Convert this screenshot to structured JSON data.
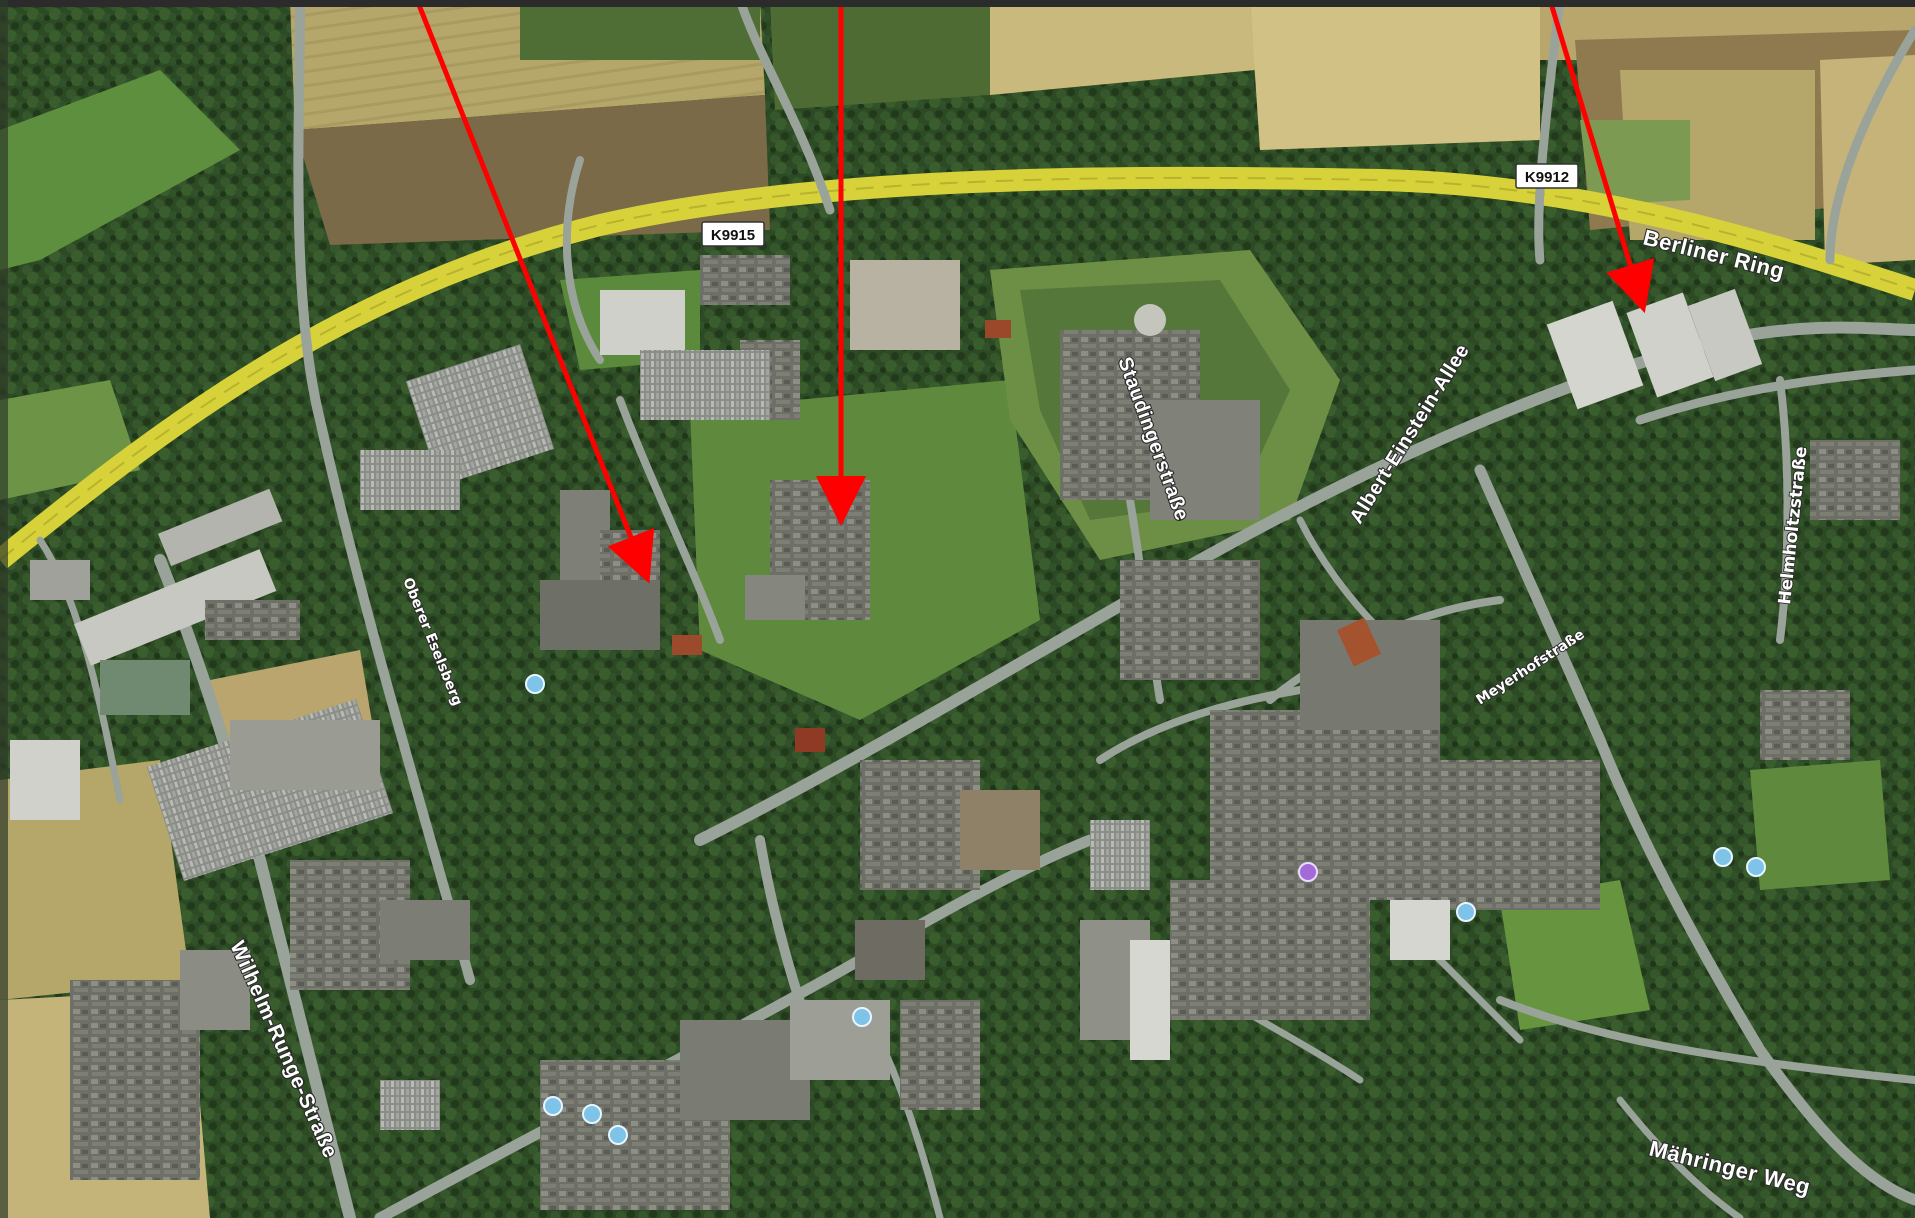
{
  "map": {
    "view": "satellite",
    "colors": {
      "forest": "#2c4a24",
      "forest_dark": "#1f3619",
      "grass": "#5f8a3e",
      "field_tan": "#b5a66a",
      "field_green": "#4e6b33",
      "road": "#9aa39a",
      "major_road": "#d8d23a",
      "arrow": "#ff0000",
      "top_bar": "#2b2b2b"
    },
    "route_shields": [
      {
        "label": "K9915"
      },
      {
        "label": "K9912"
      }
    ],
    "road_labels": {
      "berliner_ring": "Berliner Ring",
      "albert_einstein_allee": "Albert-Einstein-Allee",
      "staudingerstrasse": "Staudingerstraße",
      "helmholtzstrasse": "Helmholtzstraße",
      "meyerhofstrasse": "Meyerhofstraße",
      "oberer_eselsberg": "Oberer Eselsberg",
      "wilhelm_runge_strasse": "Wilhelm-Runge-Straße",
      "mahringer_weg": "Mähringer Weg"
    },
    "pins": [
      {
        "kind": "info",
        "color": "#7fc3e8"
      },
      {
        "kind": "info",
        "color": "#7fc3e8"
      },
      {
        "kind": "info",
        "color": "#7fc3e8"
      },
      {
        "kind": "info",
        "color": "#7fc3e8"
      },
      {
        "kind": "info",
        "color": "#7fc3e8"
      },
      {
        "kind": "info",
        "color": "#7fc3e8"
      },
      {
        "kind": "info",
        "color": "#7fc3e8"
      },
      {
        "kind": "info",
        "color": "#7fc3e8"
      },
      {
        "kind": "poi",
        "color": "#a46ad8"
      }
    ],
    "annotation_arrows": [
      {
        "color": "#ff0000"
      },
      {
        "color": "#ff0000"
      },
      {
        "color": "#ff0000"
      }
    ]
  }
}
